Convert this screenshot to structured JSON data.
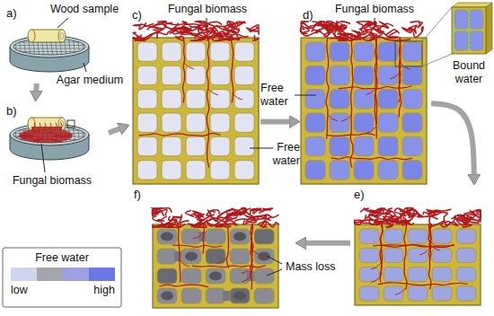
{
  "diagram": {
    "nodes": [
      {
        "text": [
          "a)"
        ]
      },
      {
        "text": [
          "b)"
        ]
      },
      {
        "text": [
          "c)"
        ]
      },
      {
        "text": [
          "d)"
        ]
      },
      {
        "text": [
          "e)"
        ]
      },
      {
        "text": [
          "f)"
        ]
      }
    ],
    "edges": [
      {
        "from": 0,
        "to": 1,
        "arrow": "to"
      },
      {
        "from": 1,
        "to": 2,
        "arrow": "to"
      },
      {
        "from": 2,
        "to": 3,
        "arrow": "to"
      },
      {
        "from": 3,
        "to": 4,
        "arrow": "to"
      },
      {
        "from": 4,
        "to": 5,
        "arrow": "to"
      }
    ],
    "labels": [
      "Wood sample",
      "Agar medium",
      "Fungal biomass",
      "Fungal biomass",
      "Fungal biomass",
      "Bound water",
      "Free water",
      "Free water",
      "Mass loss",
      "Free water"
    ],
    "legend": [
      {
        "text": "low",
        "color": "#cfd3ec"
      },
      {
        "text": "high",
        "color": "#6b78e6"
      }
    ]
  }
}
